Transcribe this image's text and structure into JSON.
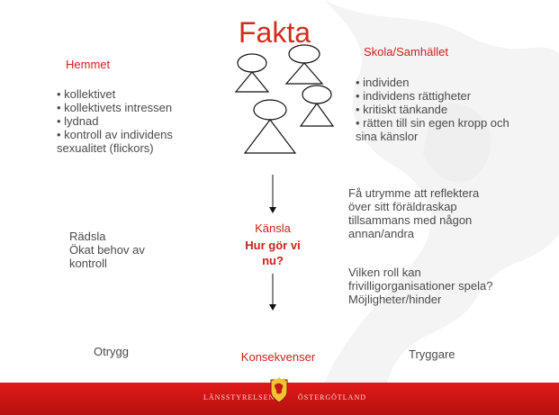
{
  "title": "Fakta",
  "left": {
    "heading": "Hemmet",
    "bullets": [
      "• kollektivet",
      "• kollektivets intressen",
      "• lydnad",
      "• kontroll av individens",
      "sexualitet (flickors)"
    ],
    "fear_lines": [
      "Rädsla",
      "Ökat behov av",
      "kontroll"
    ],
    "bottom": "Otrygg"
  },
  "right": {
    "heading": "Skola/Samhället",
    "bullets": [
      "• individen",
      "• individens rättigheter",
      "• kritiskt tänkande",
      "• rätten till sin egen kropp och",
      "sina känslor"
    ],
    "para1": [
      "Få utrymme att reflektera",
      "över sitt föräldraskap",
      "tillsammans med någon",
      "annan/andra"
    ],
    "para2": [
      "Vilken roll kan",
      "frivilligorganisationer spela?",
      "Möjligheter/hinder"
    ],
    "bottom": "Tryggare"
  },
  "center": {
    "feeling": "Känsla",
    "question_line1": "Hur gör vi",
    "question_line2": "nu?",
    "consequences": "Konsekvenser"
  },
  "footer": {
    "left": "LÄNSSTYRELSEN",
    "right": "ÖSTERGÖTLAND"
  },
  "colors": {
    "accent_red": "#c9231a",
    "footer_red": "#d4171a"
  }
}
